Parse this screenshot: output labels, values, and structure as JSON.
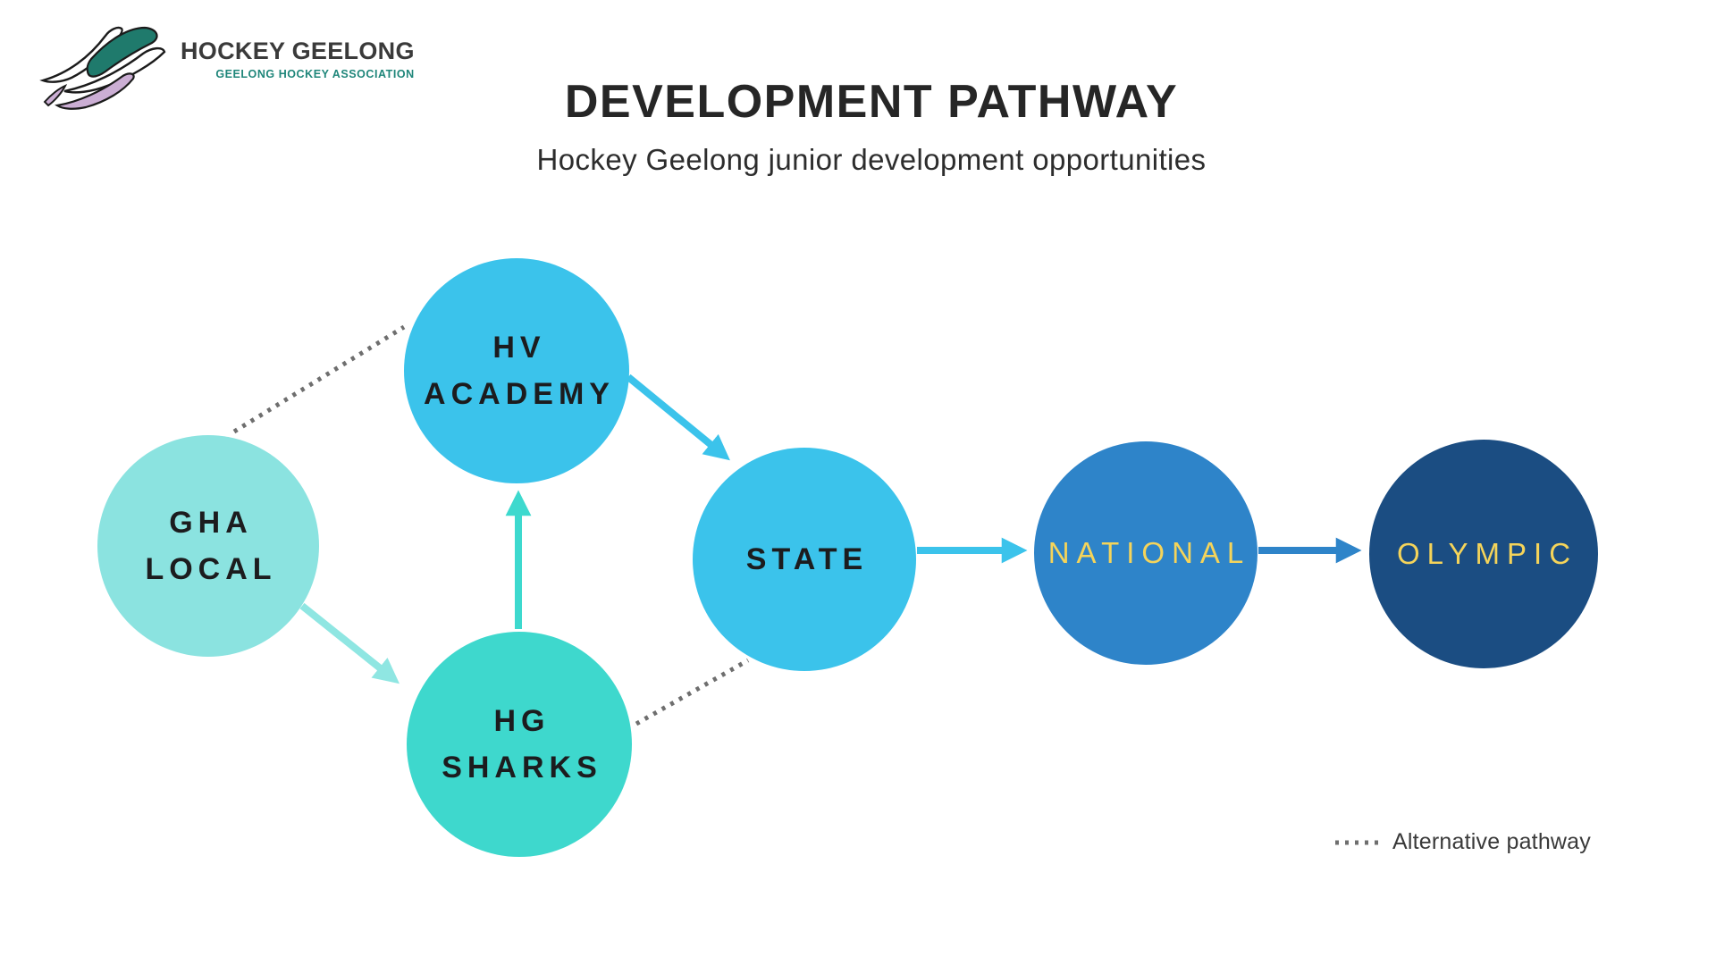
{
  "logo": {
    "title": "HOCKEY GEELONG",
    "subtitle": "GEELONG HOCKEY ASSOCIATION"
  },
  "header": {
    "title": "DEVELOPMENT PATHWAY",
    "subtitle": "Hockey Geelong junior development opportunities"
  },
  "diagram": {
    "nodes": [
      {
        "id": "gha-local",
        "line1": "GHA",
        "line2": "LOCAL",
        "fill": "#8be3e0",
        "text_color": "#1c1c1e"
      },
      {
        "id": "hv-academy",
        "line1": "HV",
        "line2": "ACADEMY",
        "fill": "#3bc3eb",
        "text_color": "#1c1c1e"
      },
      {
        "id": "hg-sharks",
        "line1": "HG",
        "line2": "SHARKS",
        "fill": "#3ed8cd",
        "text_color": "#1c1c1e"
      },
      {
        "id": "state",
        "line1": "STATE",
        "line2": "",
        "fill": "#3bc3eb",
        "text_color": "#1c1c1e"
      },
      {
        "id": "national",
        "line1": "NATIONAL",
        "line2": "",
        "fill": "#2e84c9",
        "text_color": "#f5d45a"
      },
      {
        "id": "olympic",
        "line1": "OLYMPIC",
        "line2": "",
        "fill": "#1b4d82",
        "text_color": "#f5d45a"
      }
    ],
    "edges": [
      {
        "from": "GHA LOCAL",
        "to": "HG SHARKS",
        "style": "solid",
        "color": "#8fe6e2"
      },
      {
        "from": "HG SHARKS",
        "to": "HV ACADEMY",
        "style": "solid",
        "color": "#3dd9ce"
      },
      {
        "from": "HV ACADEMY",
        "to": "STATE",
        "style": "solid",
        "color": "#3bc3eb"
      },
      {
        "from": "STATE",
        "to": "NATIONAL",
        "style": "solid",
        "color": "#3bc3eb"
      },
      {
        "from": "NATIONAL",
        "to": "OLYMPIC",
        "style": "solid",
        "color": "#2e84c9"
      },
      {
        "from": "GHA LOCAL",
        "to": "HV ACADEMY",
        "style": "dotted",
        "color": "#6e6e6e"
      },
      {
        "from": "HG SHARKS",
        "to": "STATE",
        "style": "dotted",
        "color": "#6e6e6e"
      }
    ],
    "colors": {
      "light_teal": "#8be3e0",
      "teal": "#3ed8cd",
      "sky_blue": "#3bc3eb",
      "national_blue": "#2e84c9",
      "olympic_navy": "#1b4d82",
      "label_yellow": "#f5d45a",
      "dotted_gray": "#6e6e6e",
      "logo_teal": "#1f867a",
      "logo_lilac": "#cbaed4"
    }
  },
  "legend": {
    "label": "Alternative pathway"
  }
}
